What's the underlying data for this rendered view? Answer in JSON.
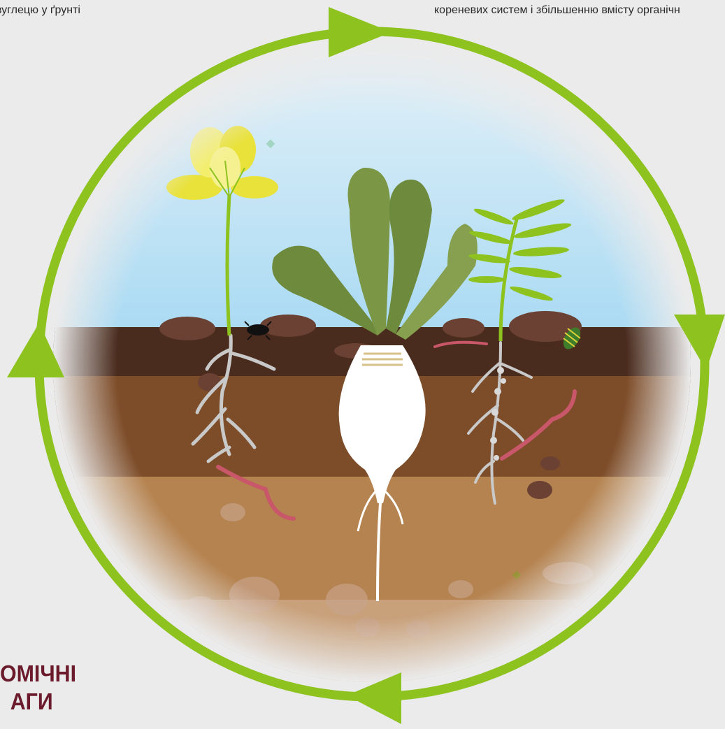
{
  "captions": {
    "top_left": "вуглецю у ґрунті",
    "top_right": "кореневих систем і збільшенню вмісту органічн"
  },
  "heading": {
    "line1": "ОМІЧНІ",
    "line2": "АГИ"
  },
  "colors": {
    "cycle_arrow": "#8dc21f",
    "sky": "#bfe3f7",
    "topsoil": "#4a2c1e",
    "subsoil": "#7d4c28",
    "deep_soil": "#b58350",
    "flower": "#e9e23a",
    "leaves": "#6e8a3d",
    "fern": "#8dc21f",
    "tuber": "#ffffff",
    "roots": "#c9c9c9",
    "worm": "#c9576a",
    "heading_text": "#6b1b2c"
  },
  "icons": [
    "cycle-arrow-icon",
    "flower-plant-icon",
    "beet-plant-icon",
    "fern-plant-icon",
    "earthworm-icon",
    "beetle-icon",
    "larva-icon"
  ]
}
